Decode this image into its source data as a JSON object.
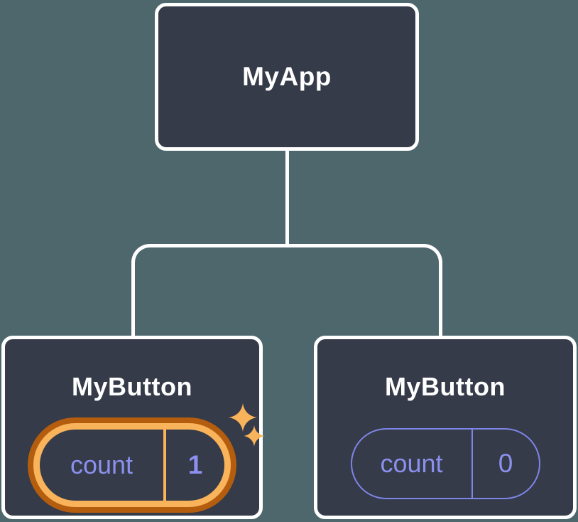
{
  "diagram": {
    "type": "component-tree",
    "root": {
      "label": "MyApp"
    },
    "children": [
      {
        "label": "MyButton",
        "state": {
          "key": "count",
          "value": "1"
        },
        "highlighted": true,
        "note": "state just updated (sparkles)"
      },
      {
        "label": "MyButton",
        "state": {
          "key": "count",
          "value": "0"
        },
        "highlighted": false
      }
    ]
  },
  "icons": {
    "sparkle_large": "sparkle-icon",
    "sparkle_small": "sparkle-icon"
  },
  "colors": {
    "background": "#4e676d",
    "node_fill": "#353b48",
    "line_white": "#ffffff",
    "title_text": "#ffffff",
    "purple_text": "#8b90ee",
    "purple_stroke": "#7e85e8",
    "gold": "#f9b35a",
    "orange_dark": "#b45d0f"
  }
}
